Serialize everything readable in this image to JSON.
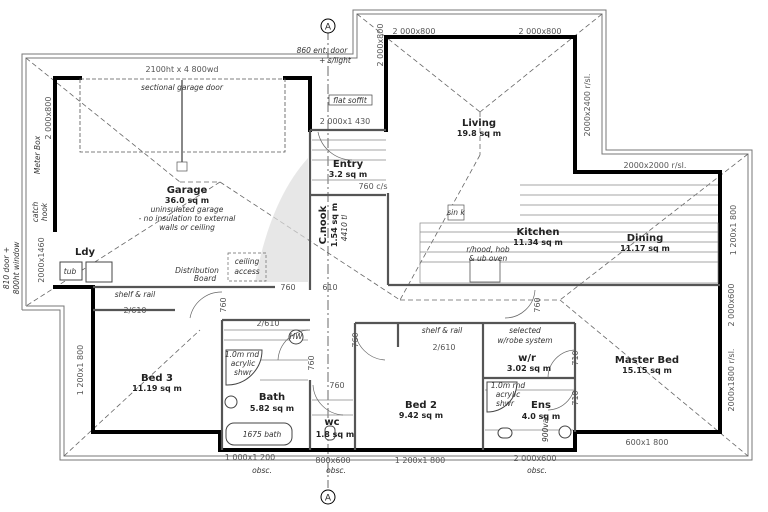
{
  "section_marker": "A",
  "rooms": {
    "garage": {
      "name": "Garage",
      "area": "36.0 sq m"
    },
    "entry": {
      "name": "Entry",
      "area": "3.2 sq m"
    },
    "cnook": {
      "name": "C.nook",
      "area": "1.54 sq m"
    },
    "living": {
      "name": "Living",
      "area": "19.8 sq m"
    },
    "kitchen": {
      "name": "Kitchen",
      "area": "11.34 sq m"
    },
    "dining": {
      "name": "Dining",
      "area": "11.17 sq m"
    },
    "laundry": {
      "name": "Ldy"
    },
    "bed3": {
      "name": "Bed 3",
      "area": "11.19 sq m"
    },
    "bath": {
      "name": "Bath",
      "area": "5.82 sq m"
    },
    "wc": {
      "name": "wc",
      "area": "1.8 sq m"
    },
    "bed2": {
      "name": "Bed 2",
      "area": "9.42 sq m"
    },
    "wr": {
      "name": "w/r",
      "area": "3.02 sq m"
    },
    "ens": {
      "name": "Ens",
      "area": "4.0 sq m"
    },
    "master": {
      "name": "Master Bed",
      "area": "15.15 sq m"
    }
  },
  "notes": {
    "garage_door_size": "2100ht x 4 800wd",
    "garage_door": "sectional garage door",
    "garage_note1": "uninsulated garage",
    "garage_note2": "- no insulation to external",
    "garage_note3": "walls or ceiling",
    "entry_door1": "860 ent. door",
    "entry_door2": "+ s/light",
    "flat_soffit": "flat soffit",
    "meter_box": "Meter Box",
    "catch": "catch",
    "hook": "hook",
    "ldy_door1": "810 door +",
    "ldy_door2": "800ht window",
    "tub": "tub",
    "dist_board1": "Distribution",
    "dist_board2": "Board",
    "ceiling1": "ceiling",
    "ceiling2": "access",
    "sink": "sin k",
    "hood1": "r/hood, hob",
    "hood2": "& ub oven",
    "shelf_rail": "shelf & rail",
    "wrobe1": "selected",
    "wrobe2": "w/robe system",
    "shwr1": "1.0m rnd",
    "shwr2": "acrylic",
    "shwr3": "shwr",
    "bath_tub": "1675 bath",
    "hwc": "HW",
    "vanity": "900van",
    "tiles": "4410 tl",
    "obsc": "obsc."
  },
  "dimensions": {
    "w_garage_side": "2 000x800",
    "w_ldy": "2000x1460",
    "w_entry": "2 000x1 430",
    "w_living1": "2 000x800",
    "w_living2": "2 000x800",
    "w_living_side": "2 000x800",
    "d_living": "2000x2400 r/sl.",
    "d_dining": "2000x2000 r/sl.",
    "w_dining": "1 200x1 800",
    "w_master1": "2 000x600",
    "d_master": "2000x1800 r/sl.",
    "w_master2": "600x1 800",
    "w_ens": "2 000x600",
    "w_bed2": "1 200x1 800",
    "w_wc": "800x600",
    "w_bath": "1 000x1 200",
    "w_bed3": "1 200x1 800",
    "d_cnook": "760 c/s",
    "d_760": "760",
    "d_610": "610",
    "d_2610": "2/610",
    "d_710": "710"
  }
}
